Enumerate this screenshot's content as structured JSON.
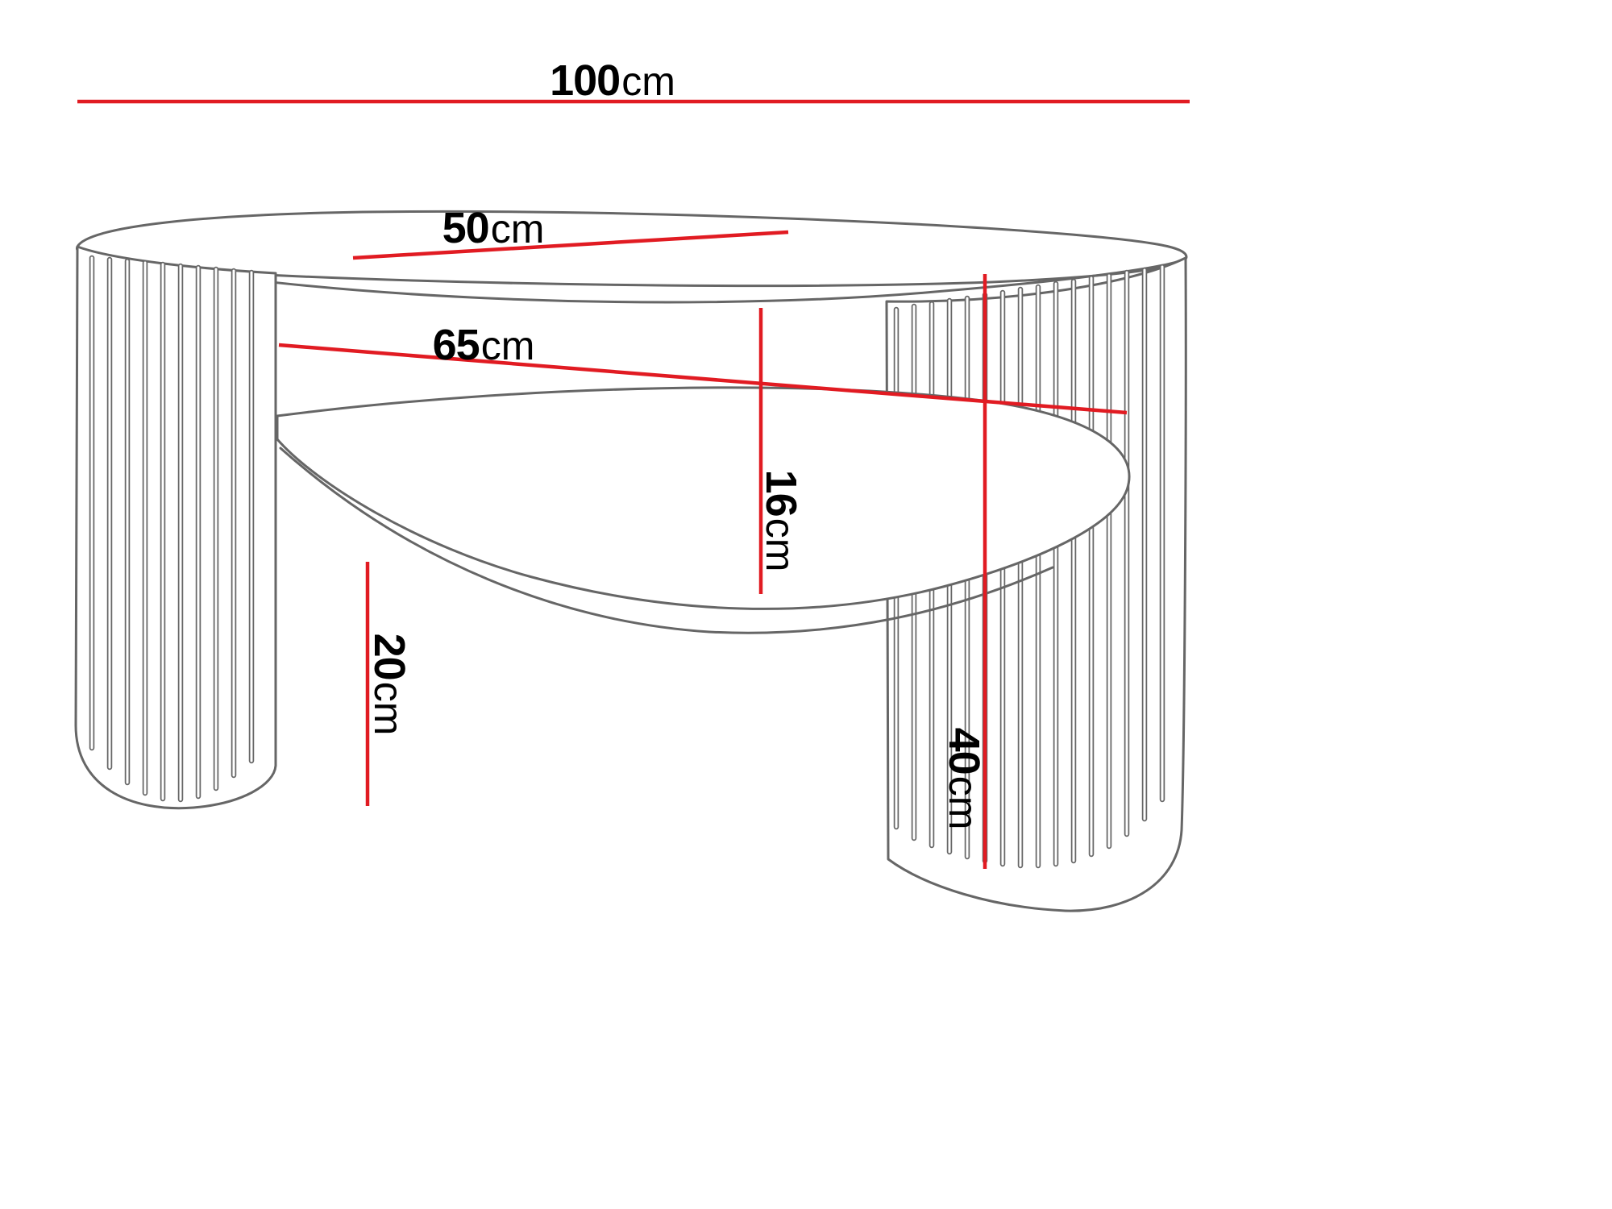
{
  "diagram": {
    "background": "#ffffff",
    "outline_color": "#666666",
    "dimension_line_color": "#e11b22",
    "label_text_color": "#000000",
    "labels": {
      "width": {
        "value": "100",
        "unit": "cm"
      },
      "top_depth": {
        "value": "50",
        "unit": "cm"
      },
      "shelf_length": {
        "value": "65",
        "unit": "cm"
      },
      "shelf_clearance": {
        "value": "16",
        "unit": "cm"
      },
      "base_clearance": {
        "value": "20",
        "unit": "cm"
      },
      "height": {
        "value": "40",
        "unit": "cm"
      }
    }
  }
}
